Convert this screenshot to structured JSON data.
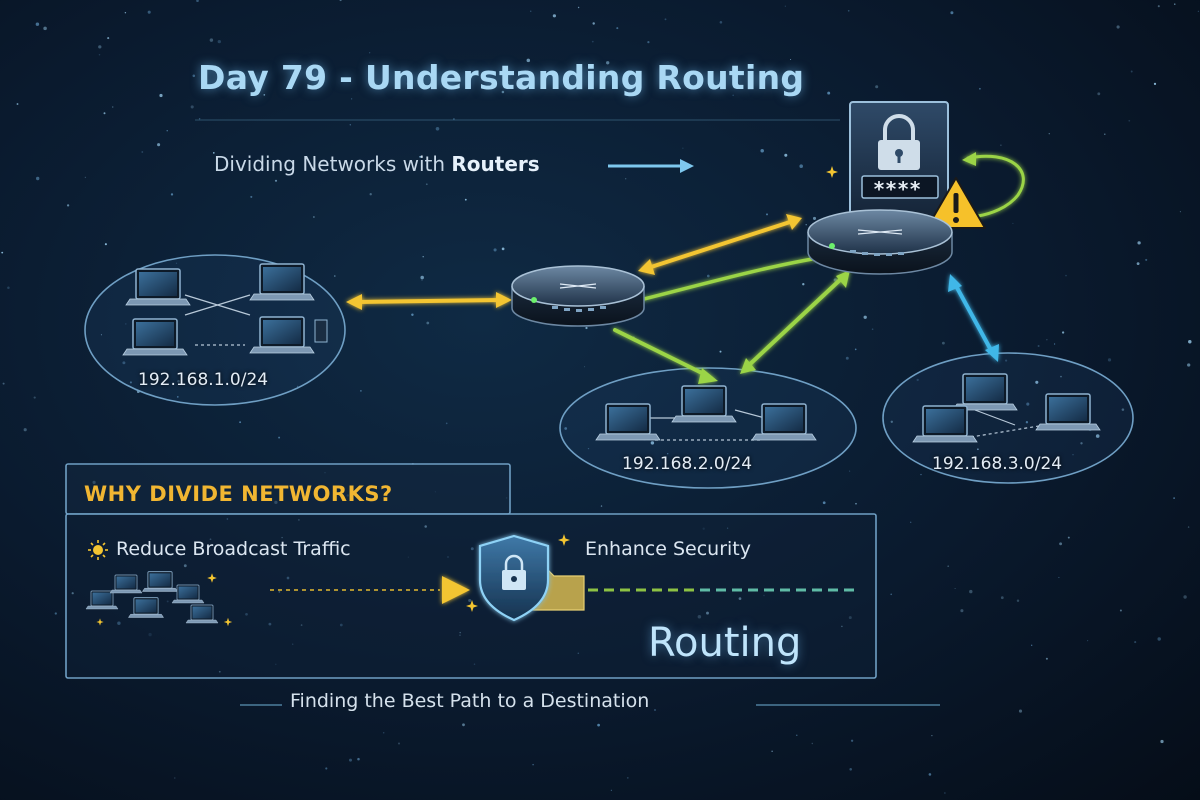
{
  "title": "Day 79 - Understanding Routing",
  "subtitle": {
    "prefix": "Dividing Networks with ",
    "emphasis": "Routers"
  },
  "networks": [
    {
      "label": "192.168.1.0/24"
    },
    {
      "label": "192.168.2.0/24"
    },
    {
      "label": "192.168.3.0/24"
    }
  ],
  "why_panel": {
    "heading": "WHY DIVIDE NETWORKS?",
    "items": [
      "Reduce Broadcast Traffic",
      "Enhance Security"
    ]
  },
  "routing": {
    "heading": "Routing",
    "definition": "Finding the Best Path to a Destination"
  },
  "password_mask": "****",
  "colors": {
    "accent_blue": "#7ec8ee",
    "arrow_yellow": "#f3c531",
    "arrow_green": "#9bd446",
    "arrow_cyan": "#41b7e8",
    "heading_gold": "#f1b632"
  },
  "icons": [
    "router-icon",
    "laptop-icon",
    "lock-icon",
    "warning-icon",
    "shield-lock-icon",
    "folder-icon",
    "sun-icon",
    "sparkle-icon"
  ]
}
